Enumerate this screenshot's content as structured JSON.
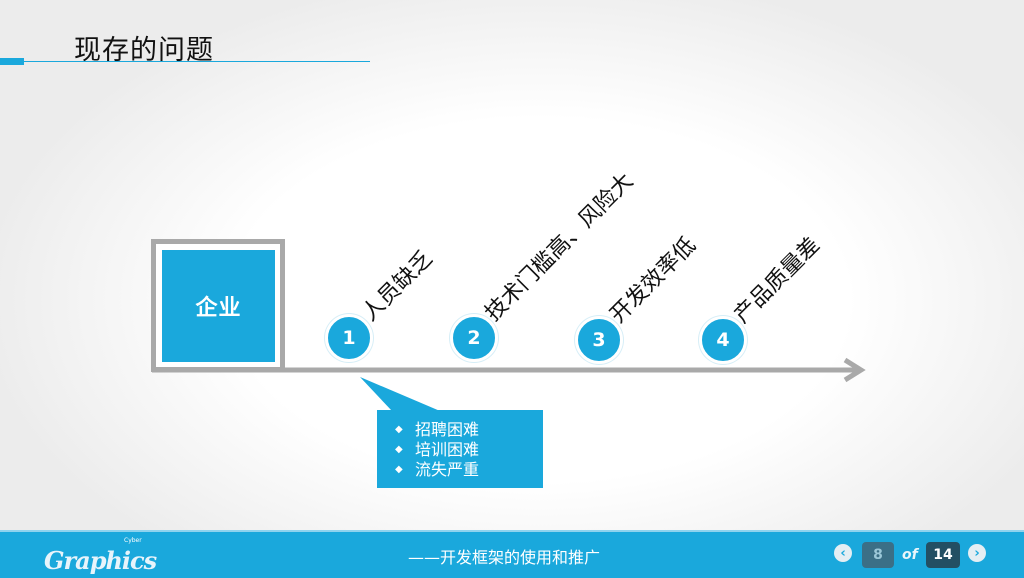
{
  "slide": {
    "title": "现存的问题",
    "enterprise_label": "企业",
    "steps": [
      {
        "number": "1",
        "label": "人员缺乏"
      },
      {
        "number": "2",
        "label": "技术门槛高、风险大"
      },
      {
        "number": "3",
        "label": "开发效率低"
      },
      {
        "number": "4",
        "label": "产品质量差"
      }
    ],
    "callout_items": [
      "招聘困难",
      "培训困难",
      "流失严重"
    ]
  },
  "footer": {
    "logo": "Graphics",
    "logo_sub": "Cyber",
    "subtitle": "——开发框架的使用和推广",
    "prev_icon": "chevron-left-icon",
    "next_icon": "chevron-right-icon",
    "current_page": "8",
    "of_label": "of",
    "total_pages": "14"
  },
  "colors": {
    "accent": "#1aa8dc",
    "frame_gray": "#a9a9a9",
    "page_box_dark": "#234f63"
  }
}
